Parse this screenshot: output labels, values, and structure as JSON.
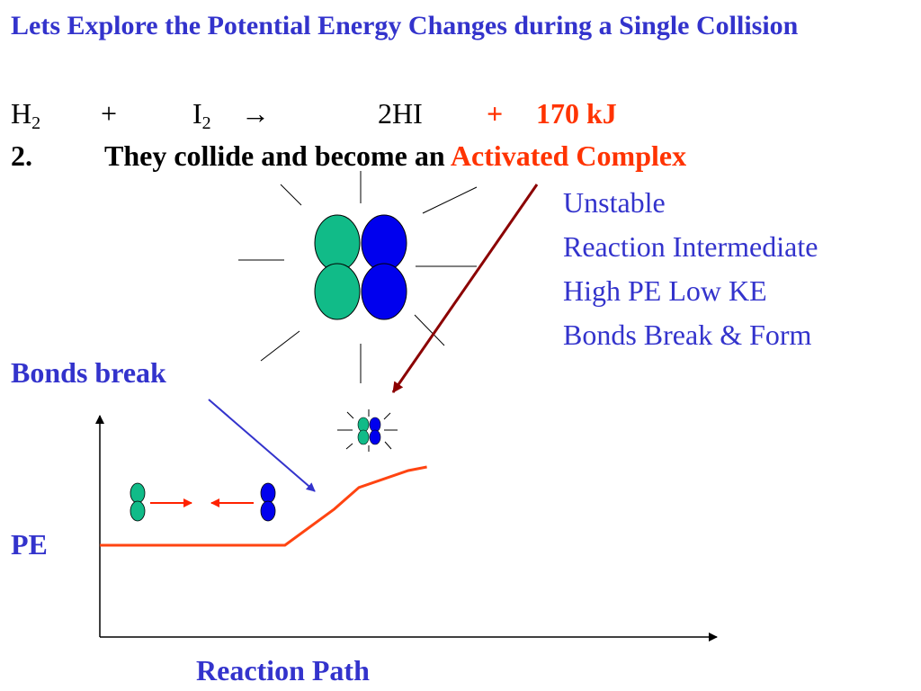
{
  "title": "Lets Explore the Potential Energy Changes during a Single Collision",
  "equation": {
    "h2_base": "H",
    "h2_sub": "2",
    "plus1": "+",
    "i2_base": "I",
    "i2_sub": "2",
    "arrow": "→",
    "product": "2HI",
    "plus2": "+",
    "energy": "170 kJ"
  },
  "step": {
    "number": "2.",
    "text": "They collide and become an",
    "highlight": "Activated Complex"
  },
  "complex_properties": [
    "Unstable",
    "Reaction Intermediate",
    "High PE Low KE",
    "Bonds Break & Form"
  ],
  "bonds_label": "Bonds break",
  "chart_data": {
    "type": "line",
    "xlabel": "Reaction Path",
    "ylabel": "PE",
    "series": [
      {
        "values": [
          [
            0,
            0
          ],
          [
            0.3,
            0
          ],
          [
            0.38,
            0.3
          ],
          [
            0.42,
            0.48
          ],
          [
            0.5,
            0.62
          ],
          [
            0.53,
            0.65
          ]
        ]
      }
    ]
  },
  "colors": {
    "title": "#3333cc",
    "highlight": "#ff3300",
    "hydrogen": "#11bb88",
    "iodine": "#0000ee",
    "curve": "#ff4411",
    "pointer_arrow": "#8b0000",
    "bonds_arrow": "#3333cc"
  }
}
